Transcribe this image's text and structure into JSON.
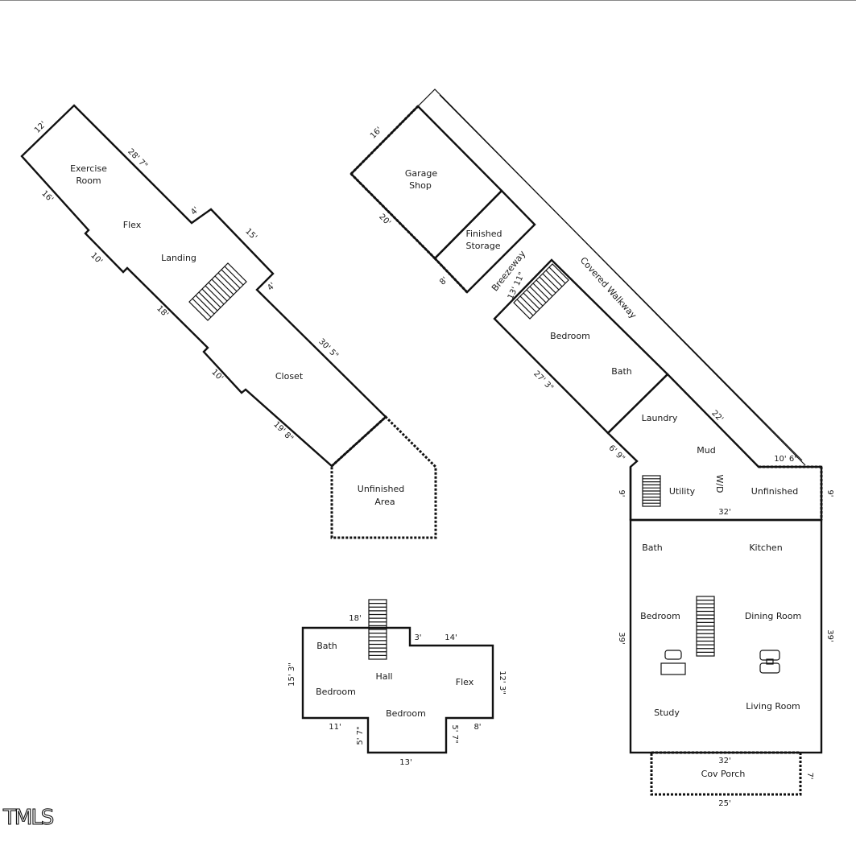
{
  "logo": {
    "text": "TMLS"
  },
  "basement": {
    "rooms": [
      "Exercise",
      "Room",
      "Flex",
      "Landing",
      "Closet",
      "Unfinished",
      "Area"
    ],
    "dims": [
      "12'",
      "28' 7\"",
      "16'",
      "4'",
      "15'",
      "10'",
      "4'",
      "18'",
      "30' 5\"",
      "10'",
      "19' 8\""
    ]
  },
  "garage": {
    "rooms": [
      "Garage",
      "Shop",
      "Finished",
      "Storage",
      "Breezeway",
      "Covered Walkway"
    ],
    "dims": [
      "16'",
      "20'",
      "8'",
      "13' 11\""
    ]
  },
  "main": {
    "rooms": [
      "Bedroom",
      "Bath",
      "Laundry",
      "Mud",
      "W/D",
      "Utility",
      "Unfinished",
      "Bath",
      "Kitchen",
      "Bedroom",
      "Dining Room",
      "Study",
      "Living Room",
      "Cov Porch"
    ],
    "dims": [
      "27' 3\"",
      "22'",
      "6' 9\"",
      "10' 6\"",
      "9'",
      "9'",
      "32'",
      "39'",
      "39'",
      "32'",
      "7'",
      "25'"
    ]
  },
  "upper": {
    "rooms": [
      "Bath",
      "Hall",
      "Flex",
      "Bedroom",
      "Bedroom"
    ],
    "dims": [
      "18'",
      "3'",
      "14'",
      "15' 3\"",
      "12' 3\"",
      "11'",
      "5' 7\"",
      "5' 7\"",
      "8'",
      "13'"
    ]
  }
}
